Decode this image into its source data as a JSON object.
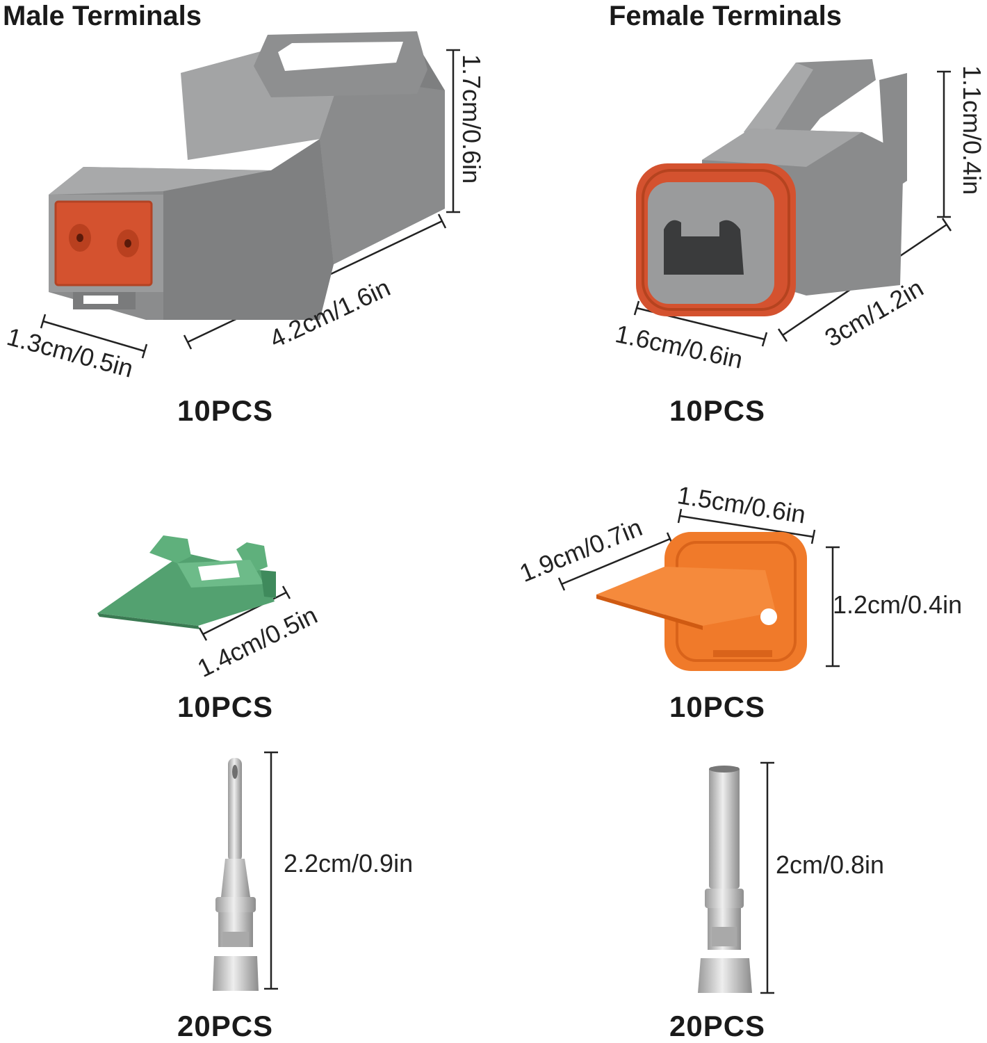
{
  "headings": {
    "male": "Male Terminals",
    "female": "Female Terminals"
  },
  "male_housing": {
    "qty": "10PCS",
    "dim_height": "1.7cm/0.6in",
    "dim_length": "4.2cm/1.6in",
    "dim_width": "1.3cm/0.5in",
    "colors": {
      "body": "#8f9090",
      "seal": "#d4522f"
    }
  },
  "female_housing": {
    "qty": "10PCS",
    "dim_height": "1.1cm/0.4in",
    "dim_length": "3cm/1.2in",
    "dim_width": "1.6cm/0.6in",
    "colors": {
      "body": "#8f9090",
      "seal": "#d4522f"
    }
  },
  "green_wedge": {
    "qty": "10PCS",
    "dim_width": "1.4cm/0.5in",
    "colors": {
      "body": "#4e9e6a"
    }
  },
  "orange_wedge": {
    "qty": "10PCS",
    "dim_top": "1.5cm/0.6in",
    "dim_side": "1.9cm/0.7in",
    "dim_height": "1.2cm/0.4in",
    "colors": {
      "body": "#f07a2a"
    }
  },
  "male_pin": {
    "qty": "20PCS",
    "dim_length": "2.2cm/0.9in",
    "colors": {
      "metal": "#c9c9c9"
    }
  },
  "female_socket": {
    "qty": "20PCS",
    "dim_length": "2cm/0.8in",
    "colors": {
      "metal": "#c9c9c9"
    }
  }
}
